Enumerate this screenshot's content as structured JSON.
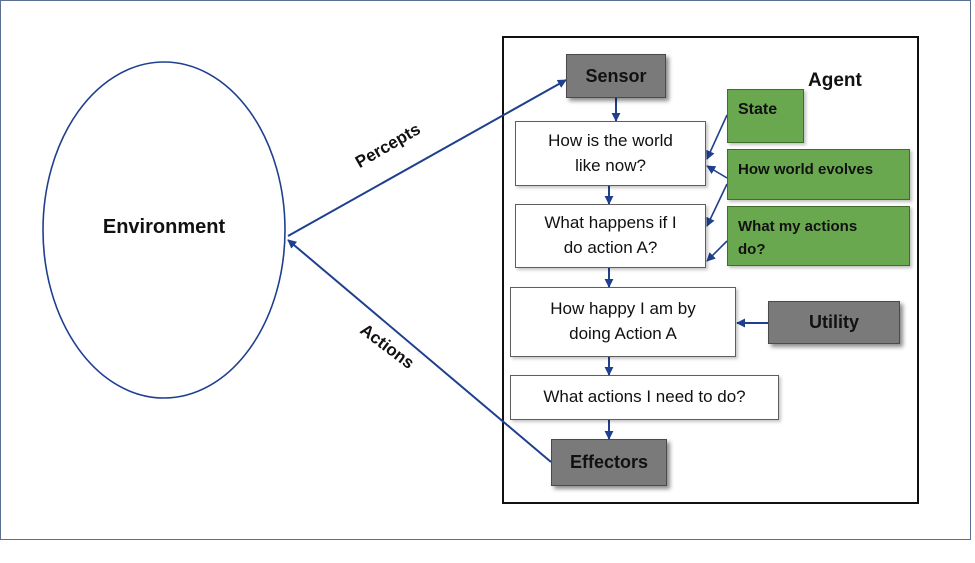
{
  "environment": {
    "label": "Environment"
  },
  "agent": {
    "title": "Agent",
    "sensor": "Sensor",
    "effectors": "Effectors",
    "utility": "Utility",
    "steps": {
      "world_now": [
        "How is the world",
        "like now?"
      ],
      "what_happens": [
        "What happens if I",
        "do action A?"
      ],
      "how_happy": [
        "How happy I am by",
        "doing Action A"
      ],
      "what_actions": "What actions I need to do?"
    },
    "knowledge": {
      "state": "State",
      "world_evolves": "How world evolves",
      "my_actions": [
        "What my actions",
        "do?"
      ]
    }
  },
  "flows": {
    "percepts": "Percepts",
    "actions": "Actions"
  },
  "colors": {
    "arrow": "#1f3f8f",
    "green": "#6aa84f",
    "gray": "#7a7a7a",
    "frame": "#5b6f93"
  }
}
